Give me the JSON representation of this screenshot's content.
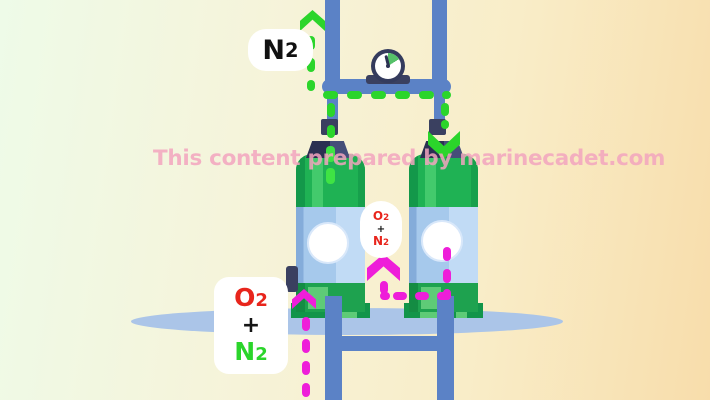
{
  "watermark": "This content prepared by marinecadet.com",
  "labels": {
    "n2_outlet": {
      "symbol": "N",
      "sub": "2"
    },
    "feed_mix": {
      "o": "O",
      "o_sub": "2",
      "plus": "+",
      "n": "N",
      "n_sub": "2"
    },
    "vent_mix": {
      "o": "O",
      "o_sub": "2",
      "plus": "+",
      "n": "N",
      "n_sub": "2"
    }
  },
  "colors": {
    "background_left": "#eefbe8",
    "background_right": "#f8ddab",
    "pipe_blue": "#5b82c6",
    "fitting_navy": "#3a4060",
    "tank_green": "#1fb254",
    "tank_body_blue": "#a6c9ec",
    "platform_blue": "#abc5e8",
    "nitrogen_flow_green": "#2bd52b",
    "mix_flow_magenta": "#ee1ed9",
    "o2_text_red": "#e8251c",
    "n2_text_green": "#2bd52b",
    "watermark_pink": "#f3a5bf"
  }
}
